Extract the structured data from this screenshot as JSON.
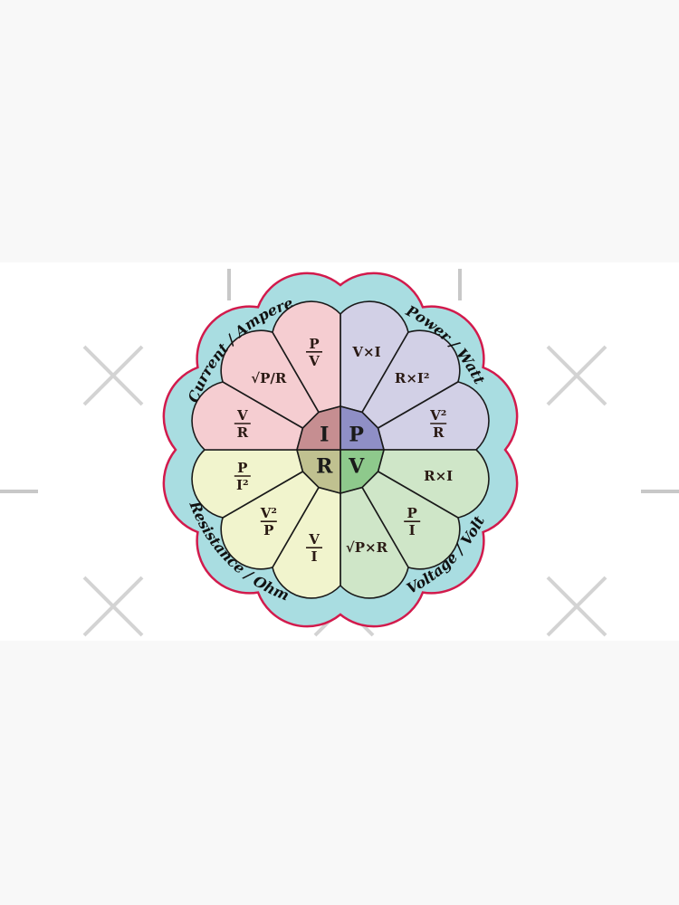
{
  "colors": {
    "ring_fill": "#a9dde1",
    "ring_border": "#d21a4c",
    "outline": "#1a1a1a",
    "watermark": "#c8c8c8"
  },
  "quadrants": [
    {
      "letter": "P",
      "label": "Power / Watt",
      "light": "#d2d0e6",
      "dark": "#8f8fc6",
      "formulas": [
        {
          "text": "V×I"
        },
        {
          "text": "R×I²"
        },
        {
          "num": "V²",
          "den": "R"
        }
      ]
    },
    {
      "letter": "V",
      "label": "Voltage / Volt",
      "light": "#cfe6c8",
      "dark": "#8ec98c",
      "formulas": [
        {
          "text": "R×I"
        },
        {
          "num": "P",
          "den": "I"
        },
        {
          "text": "√P×R"
        }
      ]
    },
    {
      "letter": "R",
      "label": "Resistance / Ohm",
      "light": "#f1f4cd",
      "dark": "#c0c190",
      "formulas": [
        {
          "num": "V",
          "den": "I"
        },
        {
          "num": "V²",
          "den": "P"
        },
        {
          "num": "P",
          "den": "I²"
        }
      ]
    },
    {
      "letter": "I",
      "label": "Current / Ampere",
      "light": "#f5cdd1",
      "dark": "#c68e91",
      "formulas": [
        {
          "num": "V",
          "den": "R"
        },
        {
          "text": "√P/R"
        },
        {
          "num": "P",
          "den": "V"
        }
      ]
    }
  ]
}
